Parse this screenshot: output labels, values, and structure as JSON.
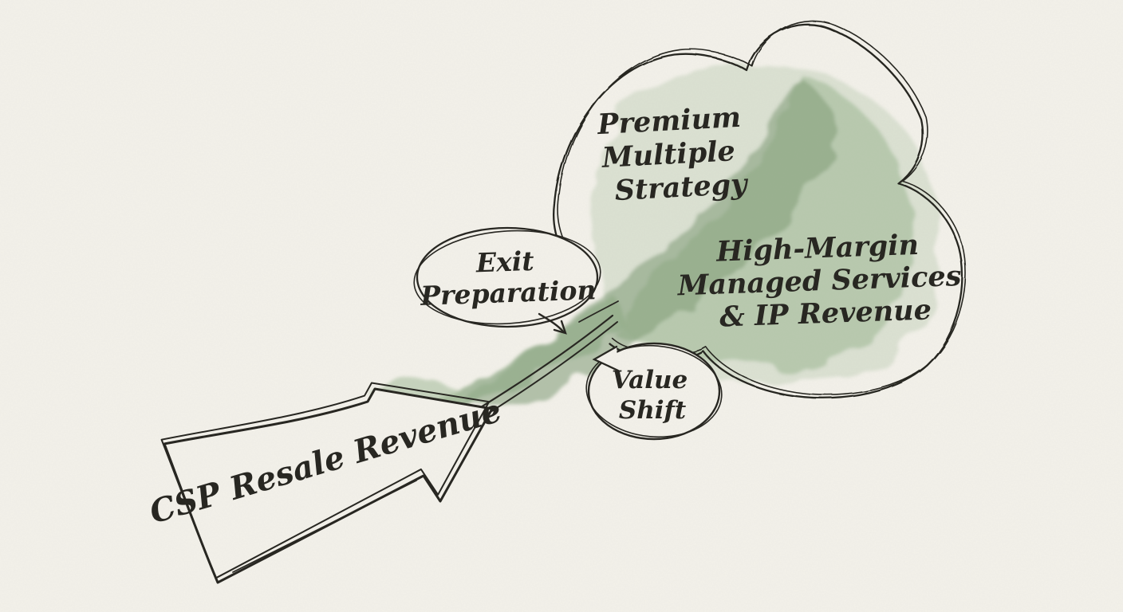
{
  "palette": {
    "paper": "#f3f1ea",
    "ink": "#24231e",
    "wash_light": "#cbd7c3",
    "wash_mid": "#a6bd9d",
    "wash_dark": "#7f9b76",
    "stream_green": "#93ad8a",
    "tip_blob_green": "#a9bf9f"
  },
  "arrow": {
    "label": "CSP Resale Revenue"
  },
  "cloud_labels": {
    "premium": {
      "lines": [
        "Premium",
        "Multiple",
        "Strategy"
      ]
    },
    "services": {
      "lines": [
        "High-Margin",
        "Managed Services",
        "& IP Revenue"
      ]
    }
  },
  "bubbles": {
    "exit_preparation": {
      "lines": [
        "Exit",
        "Preparation"
      ]
    },
    "value_shift": {
      "lines": [
        "Value",
        "Shift"
      ]
    }
  }
}
